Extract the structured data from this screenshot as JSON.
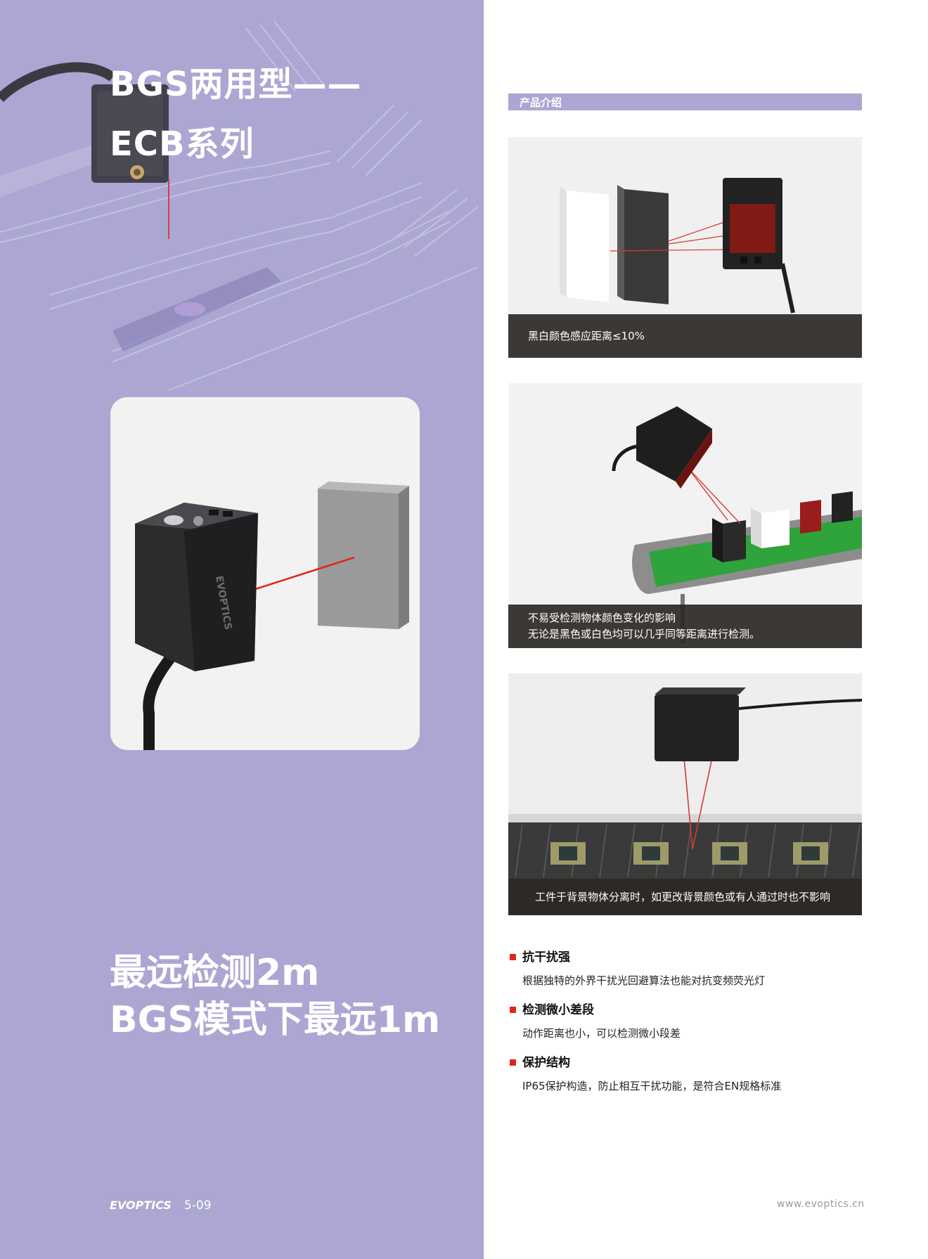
{
  "page": {
    "title_line1": "BGS两用型——",
    "title_line2": "ECB系列",
    "headline_line1": "最远检测2m",
    "headline_line2": "BGS模式下最远1m",
    "brand": "EVOPTICS",
    "page_number": "5-09",
    "website": "www.evoptics.cn"
  },
  "section": {
    "title": "产品介绍"
  },
  "panels": [
    {
      "caption_line1": "黑白颜色感应距离≤10%",
      "caption_line2": ""
    },
    {
      "caption_line1": "不易受检测物体颜色变化的影响",
      "caption_line2": "无论是黑色或白色均可以几乎同等距离进行检测。"
    },
    {
      "caption_line1": "工件于背景物体分离时，如更改背景颜色或有人通过时也不影响",
      "caption_line2": ""
    }
  ],
  "features": [
    {
      "title": "抗干扰强",
      "desc": "根据独特的外界干扰光回避算法也能对抗变频荧光灯"
    },
    {
      "title": "检测微小差段",
      "desc": "动作距离也小，可以检测微小段差"
    },
    {
      "title": "保护结构",
      "desc": "IP65保护构造，防止相互干扰功能，是符合EN规格标准"
    }
  ],
  "device_label": "EVOPTICS",
  "colors": {
    "sidebar": "#aba7d2",
    "accent_red": "#e0261b",
    "caption_bg": "#2d2826",
    "conveyor_green": "#2fa33c"
  }
}
